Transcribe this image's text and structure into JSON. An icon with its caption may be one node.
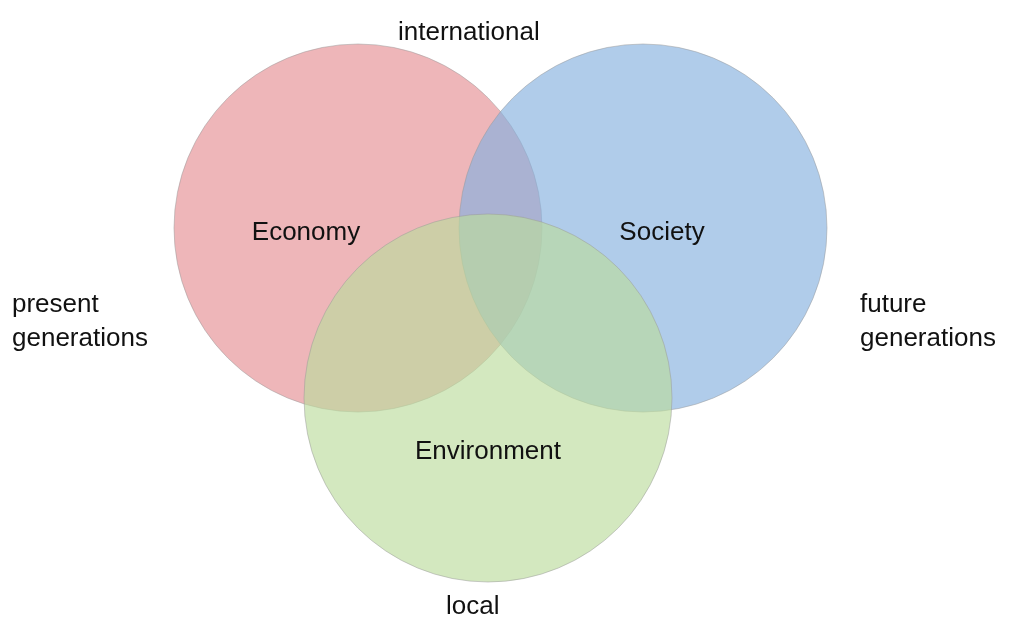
{
  "diagram": {
    "nodes": [
      {
        "text": [
          "Economy"
        ]
      },
      {
        "text": [
          "Society"
        ]
      },
      {
        "text": [
          "Environment"
        ]
      }
    ],
    "labels": [
      "international",
      "present generations",
      "future generations",
      "local"
    ]
  }
}
